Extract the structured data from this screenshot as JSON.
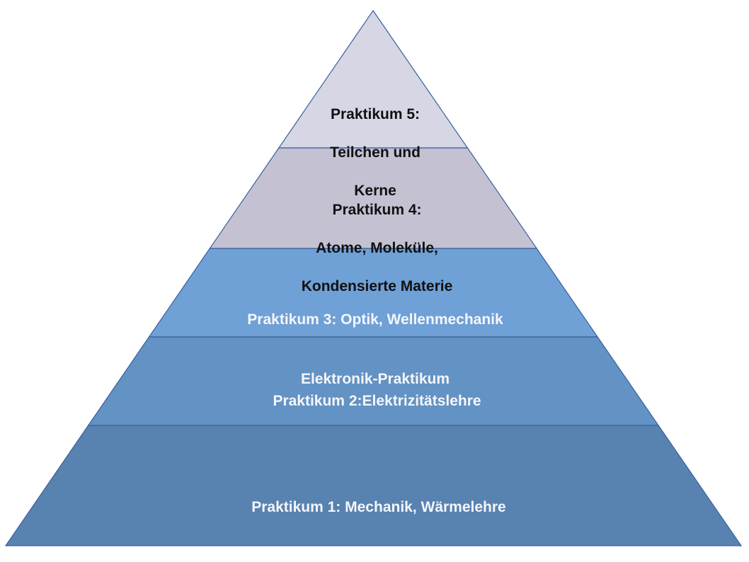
{
  "diagram": {
    "type": "pyramid",
    "layers": [
      {
        "level": 5,
        "lines": [
          "Praktikum 5:",
          "Teilchen und",
          "Kerne"
        ],
        "fill": "#d6d6e4",
        "text_color": "#111111"
      },
      {
        "level": 4,
        "lines": [
          "Praktikum 4:",
          "Atome, Moleküle,",
          "Kondensierte Materie"
        ],
        "fill": "#c4c2d2",
        "text_color": "#111111"
      },
      {
        "level": 3,
        "lines": [
          "Praktikum 3: Optik, Wellenmechanik",
          "Elektronik-Praktikum"
        ],
        "fill": "#6fa0d6",
        "text_color": "#f4f6fa"
      },
      {
        "level": 2,
        "lines": [
          "Praktikum 2:Elektrizitätslehre"
        ],
        "fill": "#6392c4",
        "text_color": "#f4f6fa"
      },
      {
        "level": 1,
        "lines": [
          "Praktikum 1: Mechanik, Wärmelehre"
        ],
        "fill": "#5882b0",
        "text_color": "#f4f6fa"
      }
    ],
    "outline_color": "#3a5f9e"
  }
}
